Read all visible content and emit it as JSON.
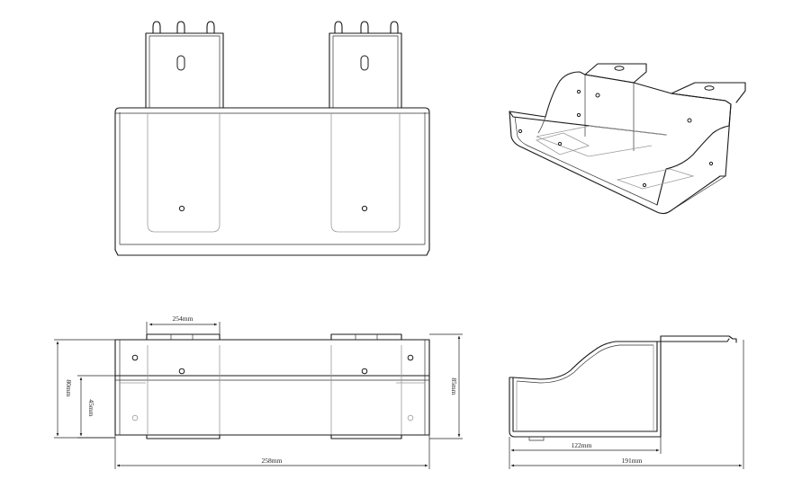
{
  "views": {
    "front": "front-view",
    "isometric": "isometric-view",
    "top": "top-view",
    "side": "side-view"
  },
  "dimensions": {
    "tab_width": "254mm",
    "total_width": "258mm",
    "height_left": "80mm",
    "inner_height": "45mm",
    "height_right": "85mm",
    "depth_inner": "122mm",
    "depth_total": "191mm"
  }
}
